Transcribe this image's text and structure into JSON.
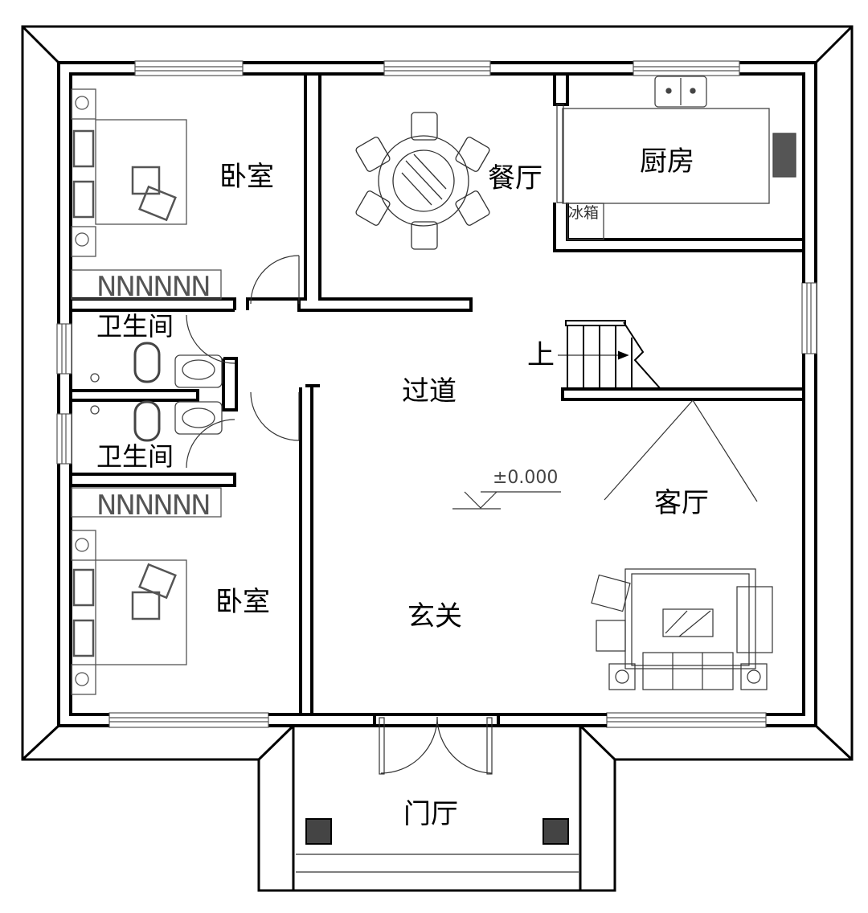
{
  "plan": {
    "type": "architectural-floor-plan",
    "level_mark": "±0.000",
    "stair_direction_label": "上",
    "colors": {
      "wall": "#000000",
      "fixture": "#444444",
      "background": "#ffffff",
      "column": "#444444"
    }
  },
  "rooms": {
    "bedroom_top": "卧室",
    "bedroom_bottom": "卧室",
    "bathroom_top": "卫生间",
    "bathroom_bottom": "卫生间",
    "dining": "餐厅",
    "kitchen": "厨房",
    "fridge": "冰箱",
    "corridor": "过道",
    "living": "客厅",
    "foyer": "玄关",
    "porch": "门厅"
  }
}
